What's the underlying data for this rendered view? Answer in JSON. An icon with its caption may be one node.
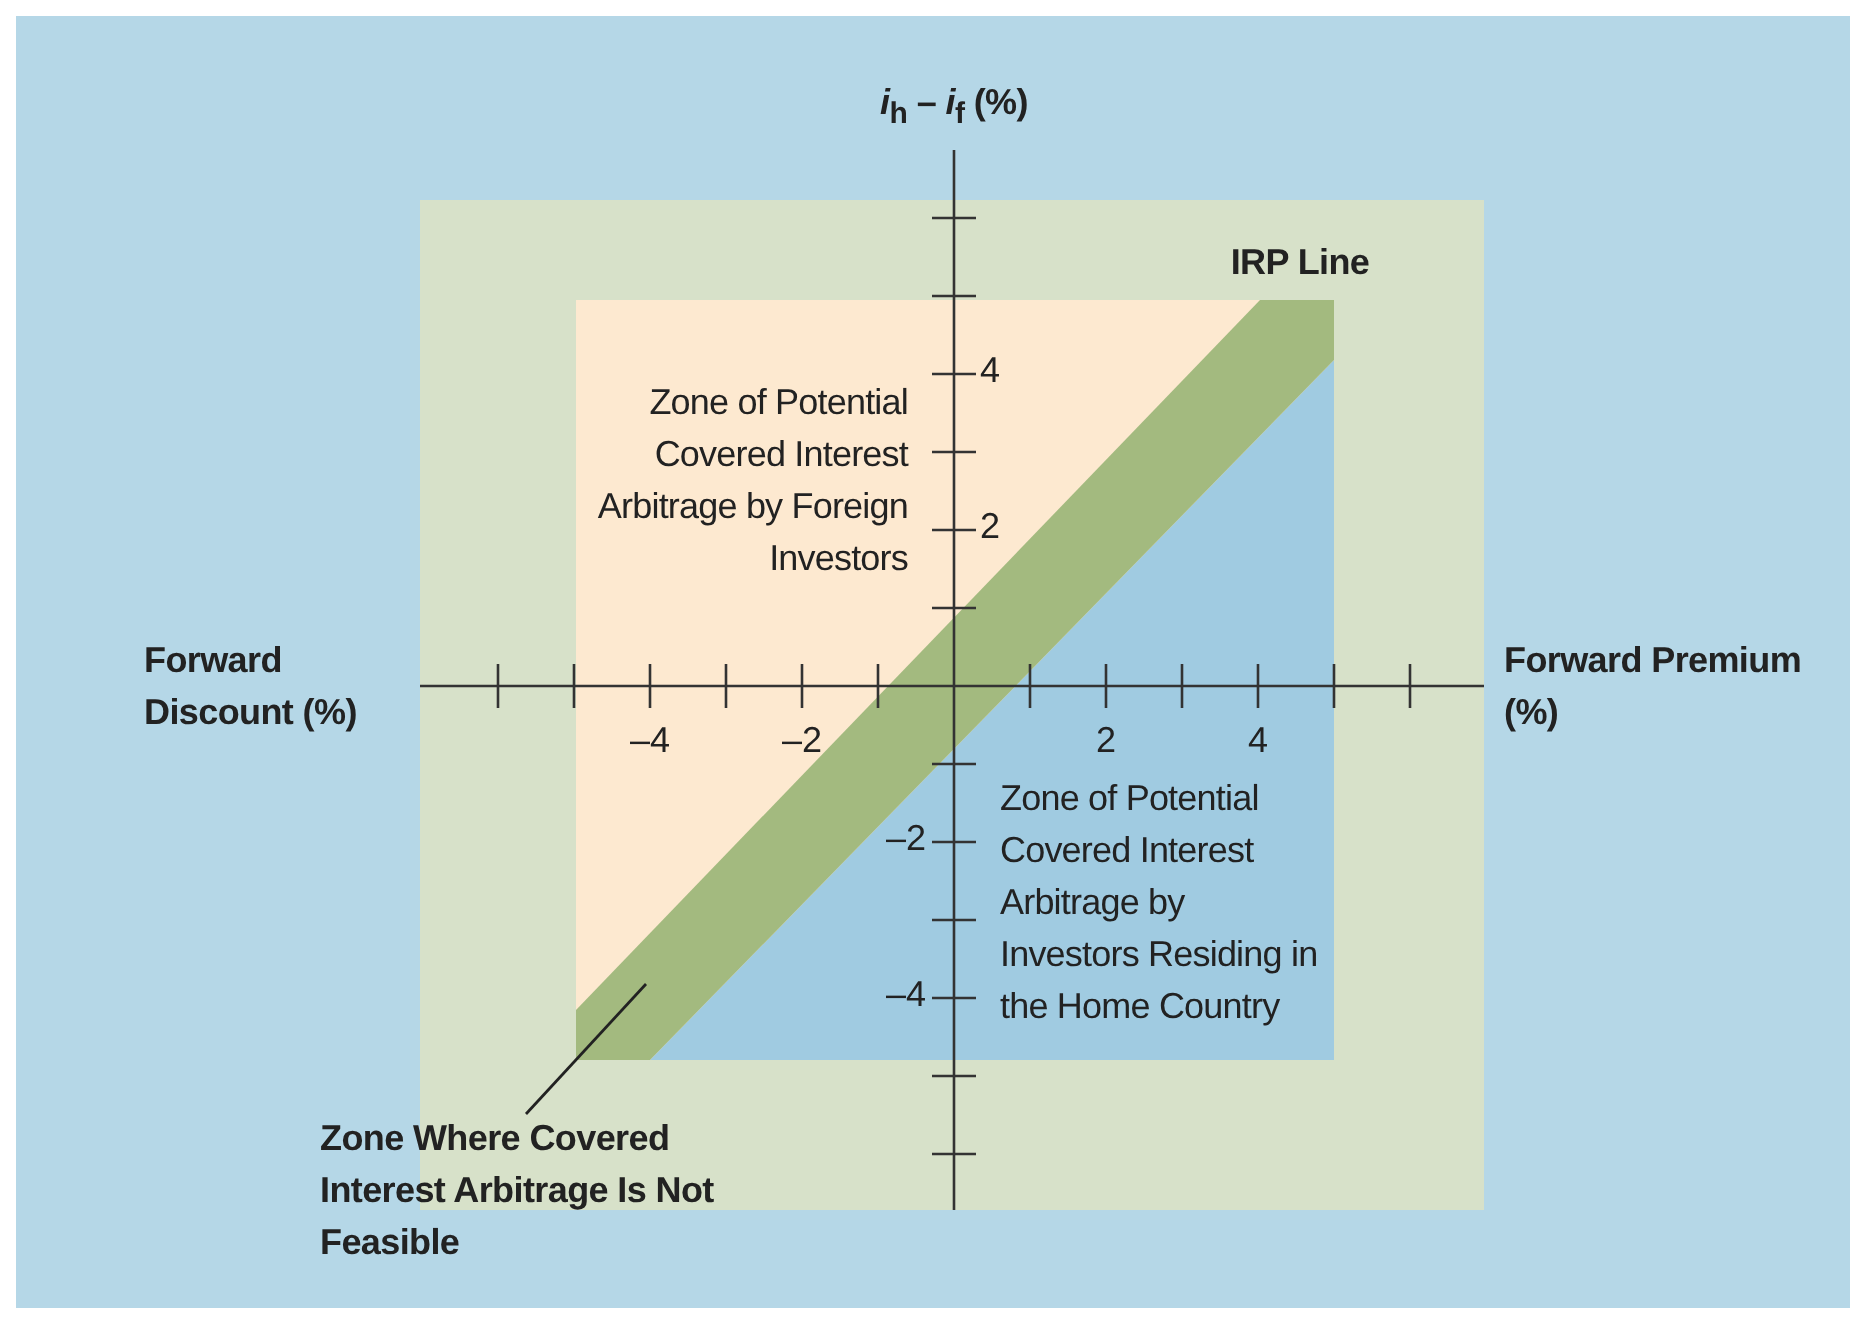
{
  "diagram": {
    "nodes": [
      {
        "text": [
          "Zone of Potential Covered Interest Arbitrage by Foreign Investors"
        ]
      },
      {
        "text": [
          "Zone of Potential Covered Interest Arbitrage by Investors Residing in the Home Country"
        ],
        "in": 0
      },
      {
        "text": [],
        "shape": "bar"
      },
      {
        "text": [
          "Zone Where Covered Interest Arbitrage Is Not Feasible"
        ]
      }
    ],
    "edges": [
      {
        "from": 3,
        "to": 2,
        "arrow": "none"
      }
    ],
    "labels": [
      "*i*$_{h}$ – *i*$_{f}$ (%)",
      "IRP Line",
      "Forward Discount (%)",
      "Forward Premium (%)",
      "–4",
      "–2",
      "2",
      "4",
      "4",
      "2",
      "–2",
      "–4"
    ]
  }
}
